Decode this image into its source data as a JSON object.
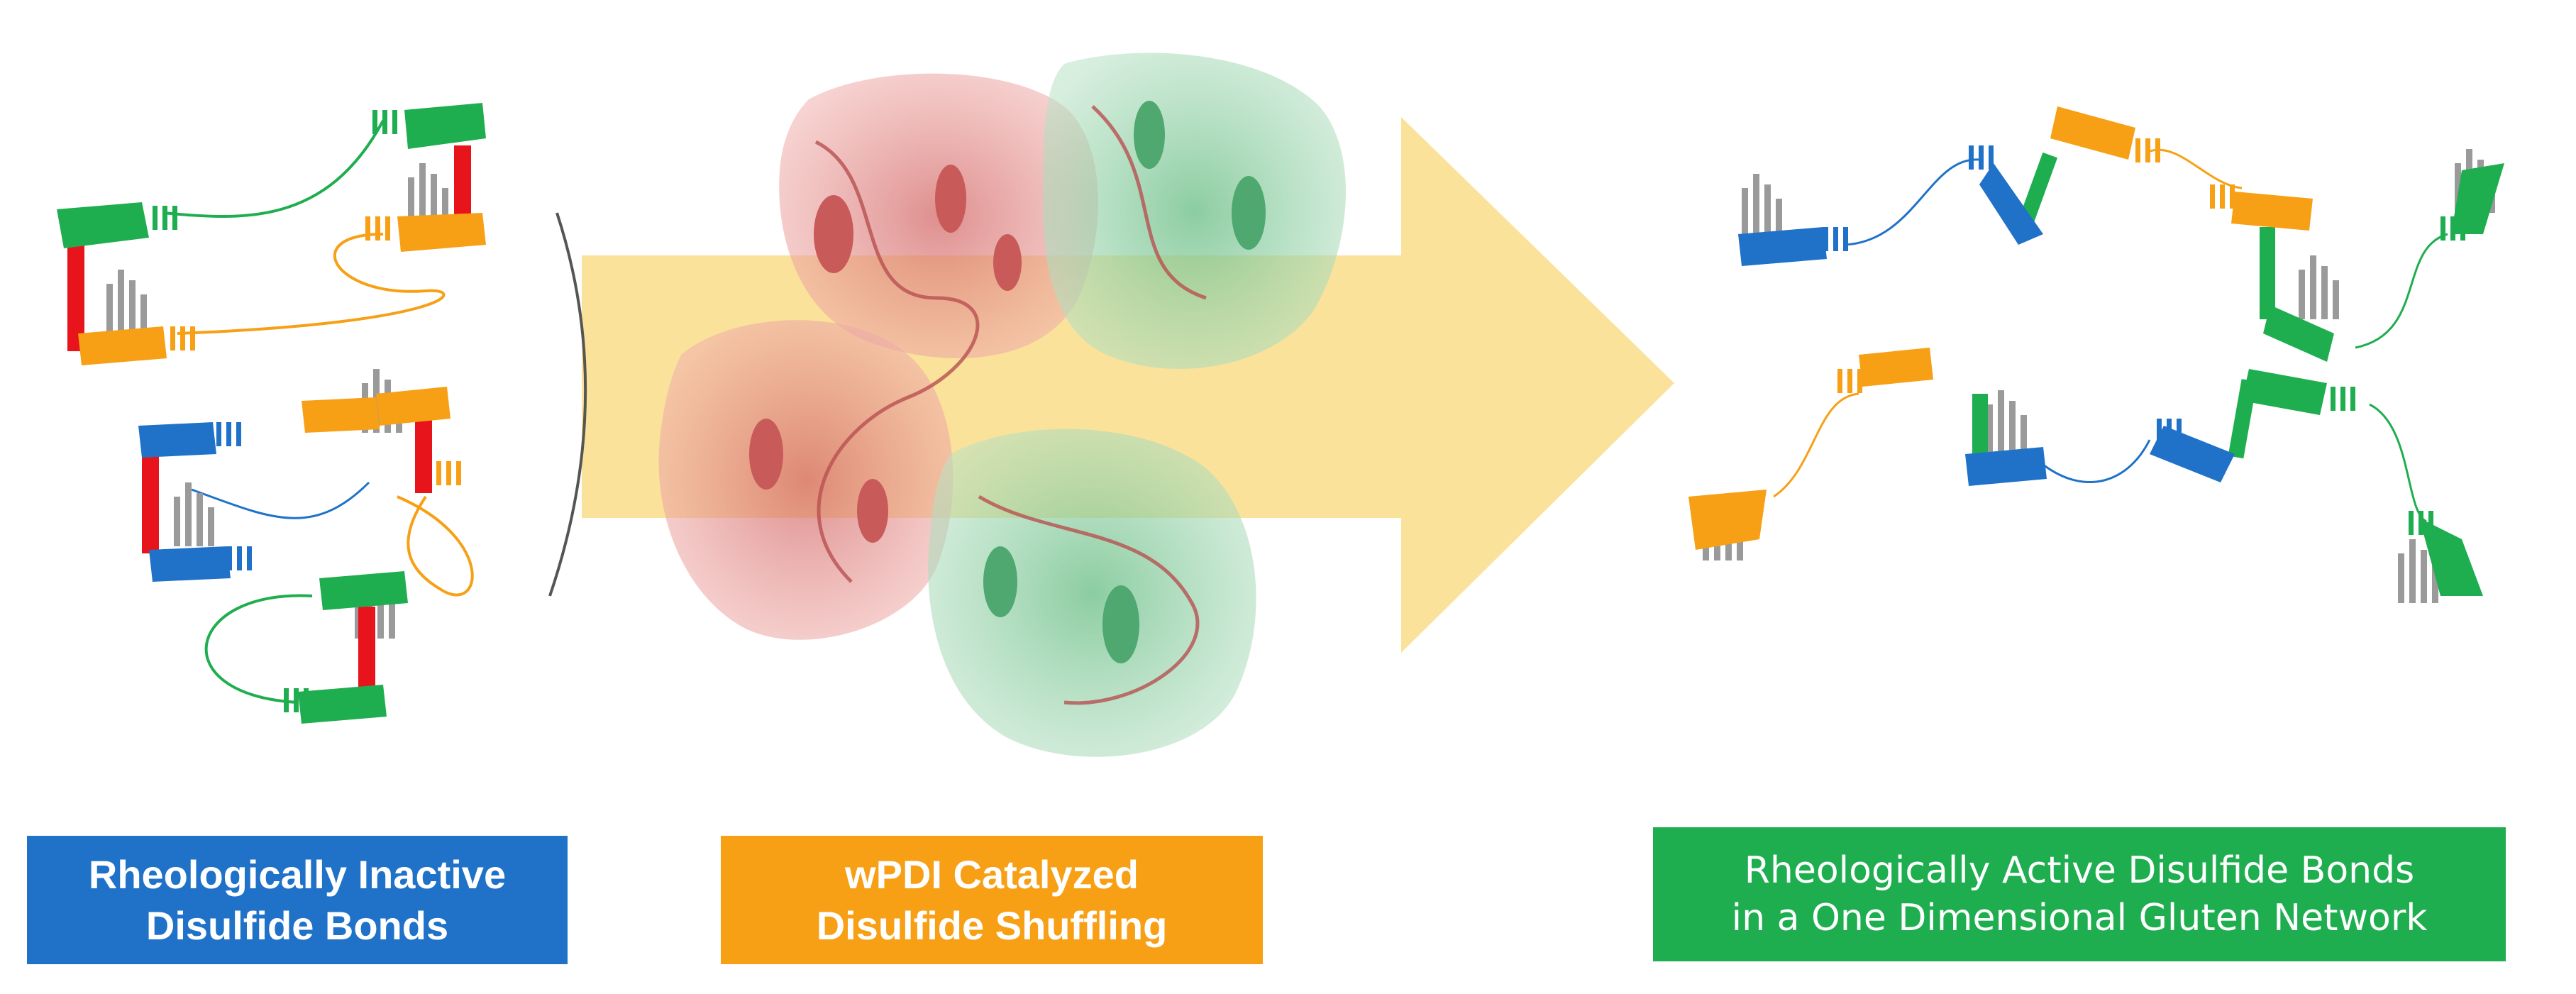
{
  "labels": {
    "inactive": {
      "line1": "Rheologically Inactive",
      "line2": "Disulfide Bonds"
    },
    "catalyzed": {
      "line1": "wPDI Catalyzed",
      "line2": "Disulfide Shuffling"
    },
    "active": {
      "line1": "Rheologically Active Disulfide Bonds",
      "line2": "in a One Dimensional Gluten Network"
    }
  },
  "colors": {
    "blue": "#1f72c8",
    "orange": "#f7a015",
    "green": "#1fae4f",
    "red": "#e8141b",
    "arrow": "#fbe29a",
    "protein_red": "#d9706e",
    "protein_green": "#7fc89a",
    "stripe_gray": "#9a9a9a"
  },
  "icons": {
    "process_arrow": "large-right-arrow",
    "enzyme": "wpdi-protein-surface",
    "segment": "gluten-ribbon-segment",
    "bond": "disulfide-bond-bar"
  }
}
